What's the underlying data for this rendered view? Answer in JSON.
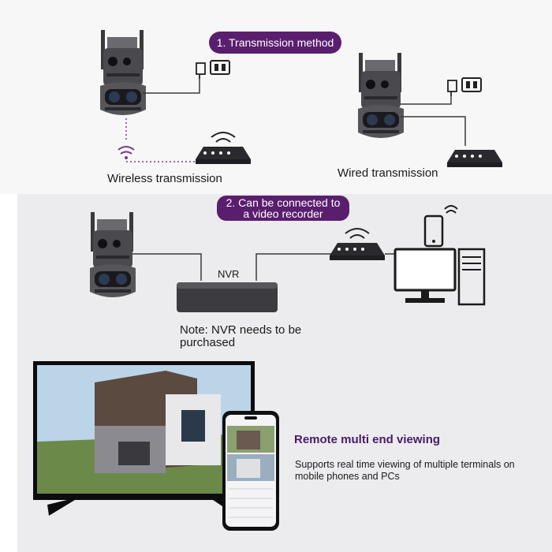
{
  "section1": {
    "pill": "1. Transmission method",
    "wireless_label": "Wireless transmission",
    "wired_label": "Wired transmission"
  },
  "section2": {
    "pill_line1": "2. Can be connected to",
    "pill_line2": "a video recorder",
    "nvr_label": "NVR",
    "note_line1": "Note: NVR needs to be",
    "note_line2": "purchased"
  },
  "section3": {
    "heading": "Remote multi end viewing",
    "desc_line1": "Supports real time viewing of multiple terminals on",
    "desc_line2": "mobile phones and PCs"
  },
  "colors": {
    "accent": "#5a1e6e",
    "camera_body": "#4a4a4e",
    "line": "#3a3a3a"
  }
}
